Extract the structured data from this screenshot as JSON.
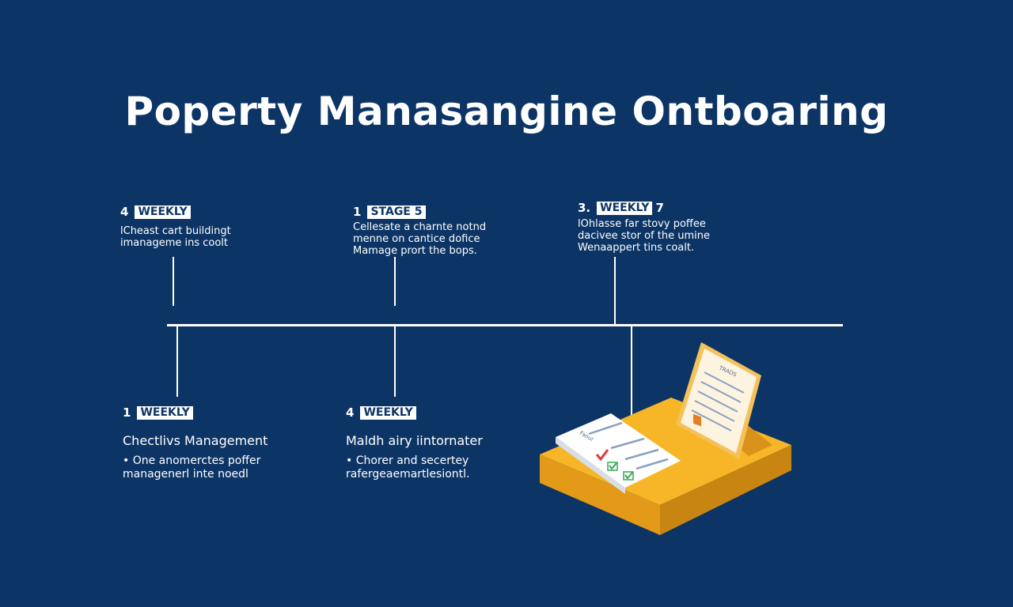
{
  "title": "Poperty Manasangine Ontboaring",
  "colors": {
    "background": "#0c3566",
    "line": "#ffffff",
    "accent": "#f6b628",
    "check_red": "#e53935",
    "check_green": "#34a853"
  },
  "stages_top": [
    {
      "number": "4",
      "tag": "WEEKLY",
      "suffix": "",
      "line1": "lCheast cart buildingt",
      "line2": "imanageme ins coolt",
      "line3": ""
    },
    {
      "number": "1",
      "tag": "STAGE",
      "suffix": "5",
      "line1": "Cellesate a charnte notnd",
      "line2": "menne on cantice dofice",
      "line3": "Mamage prort the bops."
    },
    {
      "number": "3.",
      "tag": "WEEKLY",
      "suffix": "7",
      "line1": "lOhlasse far stovy poffee",
      "line2": "dacivee stor of the umine",
      "line3": "Wenaappert tins coalt."
    }
  ],
  "stages_bottom": [
    {
      "number": "1",
      "tag": "WEEKLY",
      "heading": "Chectlivs Management",
      "bullet1": "• One anomerctes poffer",
      "bullet2": "managenerl inte noedl"
    },
    {
      "number": "4",
      "tag": "WEEKLY",
      "heading": "Maldh airy iintornater",
      "bullet1": "• Chorer and secertey",
      "bullet2": "rafergeaemartlesiontl."
    }
  ],
  "illustration": {
    "doc_small_label": "Faoul",
    "doc_tall_label": "TRADS",
    "icon": "documents-checklist-icon"
  }
}
